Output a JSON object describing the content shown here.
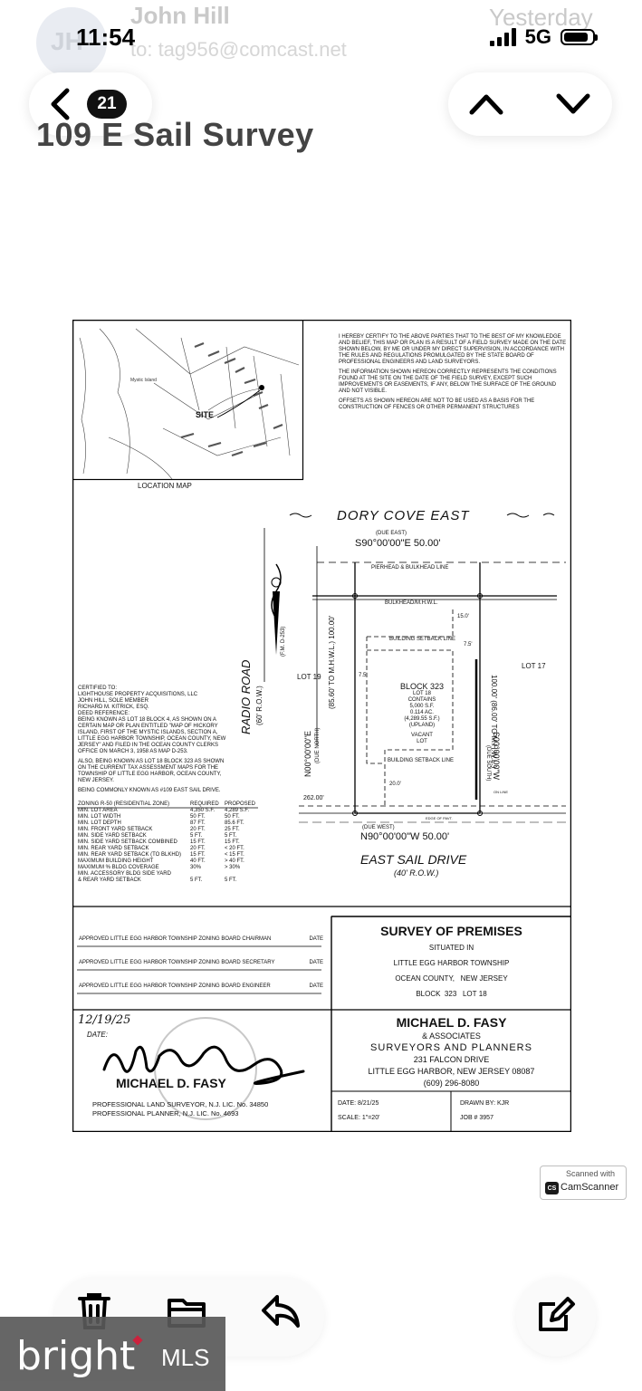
{
  "email": {
    "sender": "John Hill",
    "to": "to: tag956@comcast.net",
    "date": "Yesterday",
    "avatar_initials": "JH",
    "subject": "109 E Sail Survey"
  },
  "status_bar": {
    "time": "11:54",
    "network": "5G",
    "battery_percent": 85
  },
  "nav": {
    "unread_count": "21",
    "back_icon": "chevron-left-icon",
    "prev_icon": "chevron-up-icon",
    "next_icon": "chevron-down-icon"
  },
  "survey": {
    "certification": [
      "I HEREBY CERTIFY TO THE ABOVE PARTIES THAT TO THE BEST OF MY KNOWLEDGE AND BELIEF, THIS MAP OR PLAN IS A RESULT OF A FIELD SURVEY MADE ON THE DATE SHOWN BELOW, BY ME OR UNDER MY DIRECT SUPERVISION, IN ACCORDANCE WITH THE RULES AND REGULATIONS PROMULGATED BY THE STATE BOARD OF PROFESSIONAL ENGINEERS AND LAND SURVEYORS.",
      "THE INFORMATION SHOWN HEREON CORRECTLY REPRESENTS THE CONDITIONS FOUND AT THE SITE ON THE DATE OF THE FIELD SURVEY, EXCEPT SUCH IMPROVEMENTS OR EASEMENTS, IF ANY, BELOW THE SURFACE OF THE GROUND AND NOT VISIBLE.",
      "OFFSETS AS SHOWN HEREON ARE NOT TO BE USED AS A BASIS FOR THE CONSTRUCTION OF FENCES OR OTHER PERMANENT STRUCTURES"
    ],
    "location_map": {
      "label": "LOCATION MAP",
      "site": "SITE",
      "area": "Mystic Island"
    },
    "plat": {
      "waterway": "DORY COVE EAST",
      "north_bearing": "S90°00'00\"E   50.00'",
      "north_due": "(DUE EAST)",
      "bulkhead": "PIERHEAD & BULKHEAD LINE",
      "mhwl": "BULKHEAD/M.H.W.L.",
      "west_bearing": "N00°00'00\"E",
      "west_due": "(DUE NORTH)",
      "west_dist": "(85.60' TO M.H.W.L.) 100.00'",
      "east_bearing": "S00°00'00\"W",
      "east_due": "(DUE SOUTH)",
      "east_dist": "100.00' (86.00' TO M.H.W.L.)",
      "lot_west": "LOT 19",
      "lot_east": "LOT 17",
      "block": "BLOCK 323",
      "lot": "LOT 18",
      "contains": "CONTAINS",
      "area_sf": "5,000 S.F.",
      "area_ac": "0.114 AC.",
      "upland": "(4,289.55 S.F.)",
      "upland_label": "(UPLAND)",
      "vacant": "VACANT",
      "vacant_lot": "LOT",
      "setback": "BUILDING SETBACK LINE",
      "road": "RADIO ROAD",
      "road_row": "(60' R.O.W.)",
      "street": "EAST SAIL DRIVE",
      "street_row": "(40' R.O.W.)",
      "south_bearing": "N90°00'00\"W   50.00'",
      "south_due": "(DUE WEST)",
      "dist_262": "262.00'",
      "dim_75a": "7.5'",
      "dim_75b": "7.5'",
      "dim_150": "15.0'",
      "dim_200": "20.0'",
      "fm": "(F.M. D-253)",
      "edge": "EDGE OF PAVT.",
      "on_line": "ON LINE"
    },
    "certified_to": [
      "CERTIFIED TO:",
      "LIGHTHOUSE PROPERTY ACQUISITIONS, LLC",
      "JOHN HILL, SOLE MEMBER",
      "RICHARD M. KITRICK, ESQ.",
      "DEED REFERENCE:",
      "BEING KNOWN AS LOT 18 BLOCK 4, AS SHOWN ON A",
      "CERTAIN MAP OR PLAN ENTITLED \"MAP OF HICKORY",
      "ISLAND, FIRST OF THE MYSTIC ISLANDS, SECTION A,",
      "LITTLE EGG HARBOR TOWNSHIP, OCEAN COUNTY, NEW",
      "JERSEY\" AND FILED IN THE OCEAN COUNTY CLERKS",
      "OFFICE ON MARCH 3, 1958 AS MAP D-253.",
      "ALSO, BEING KNOWN AS LOT 18 BLOCK 323 AS SHOWN",
      "ON THE CURRENT TAX ASSESSMENT MAPS FOR THE",
      "TOWNSHIP OF LITTLE EGG HARBOR, OCEAN COUNTY,",
      "NEW JERSEY.",
      "BEING COMMONLY KNOWN AS #109 EAST SAIL DRIVE."
    ],
    "zoning": {
      "header": [
        "ZONING R-50 (RESIDENTIAL ZONE)",
        "REQUIRED",
        "PROPOSED"
      ],
      "rows": [
        [
          "MIN. LOT AREA",
          "4,350 S.F.",
          "4,289 S.F."
        ],
        [
          "MIN. LOT WIDTH",
          "50 FT.",
          "50 FT."
        ],
        [
          "MIN. LOT DEPTH",
          "87 FT.",
          "85.6 FT."
        ],
        [
          "MIN. FRONT YARD SETBACK",
          "20 FT.",
          "25 FT."
        ],
        [
          "MIN. SIDE YARD SETBACK",
          "5 FT.",
          "5 FT."
        ],
        [
          "MIN. SIDE YARD SETBACK COMBINED",
          "15 FT.",
          "15 FT."
        ],
        [
          "MIN. REAR YARD SETBACK",
          "20 FT.",
          "< 20 FT."
        ],
        [
          "MIN. REAR YARD SETBACK (TO BLKHD)",
          "15 FT.",
          "< 15 FT."
        ],
        [
          "MAXIMUM BUILDING HEIGHT",
          "40 FT.",
          "> 40 FT."
        ],
        [
          "MAXIMUM % BLDG COVERAGE",
          "30%",
          "> 30%"
        ],
        [
          "MIN. ACCESSORY BLDG SIDE YARD",
          "",
          ""
        ],
        [
          "& REAR YARD SETBACK",
          "5 FT.",
          "5 FT."
        ]
      ]
    },
    "approvals": [
      {
        "text": "APPROVED LITTLE EGG HARBOR TOWNSHIP ZONING BOARD CHAIRMAN",
        "date": "DATE"
      },
      {
        "text": "APPROVED LITTLE EGG HARBOR TOWNSHIP ZONING BOARD SECRETARY",
        "date": "DATE"
      },
      {
        "text": "APPROVED LITTLE EGG HARBOR TOWNSHIP ZONING BOARD ENGINEER",
        "date": "DATE"
      }
    ],
    "title_block": {
      "title": "SURVEY OF PREMISES",
      "situated": "SITUATED IN",
      "township": "LITTLE EGG HARBOR TOWNSHIP",
      "county": "OCEAN COUNTY,",
      "state": "NEW JERSEY",
      "block": "BLOCK",
      "block_no": "323",
      "lot": "LOT",
      "lot_no": "18"
    },
    "firm": {
      "name": "MICHAEL D. FASY",
      "assoc": "& ASSOCIATES",
      "trade": "SURVEYORS AND PLANNERS",
      "street": "231 FALCON DRIVE",
      "city": "LITTLE EGG HARBOR, NEW JERSEY 08087",
      "phone": "(609) 296-8080"
    },
    "signature": {
      "handwritten_date": "12/19/25",
      "date_label": "DATE:",
      "name": "MICHAEL D. FASY",
      "lic1": "PROFESSIONAL LAND SURVEYOR, N.J. LIC. No. 34850",
      "lic2": "PROFESSIONAL PLANNER, N.J. LIC. No. 4693"
    },
    "meta": {
      "date": "DATE: 8/21/25",
      "scale": "SCALE: 1\"=20'",
      "drawn": "DRAWN BY: KJR",
      "job": "JOB # 3957"
    }
  },
  "camscanner": {
    "line1": "Scanned with",
    "line2": "CamScanner",
    "logo": "CS"
  },
  "toolbar": {
    "delete_icon": "trash-icon",
    "folder_icon": "folder-icon",
    "reply_icon": "reply-icon",
    "compose_icon": "compose-icon"
  },
  "watermark": {
    "brand": "bright",
    "suffix": "MLS"
  }
}
